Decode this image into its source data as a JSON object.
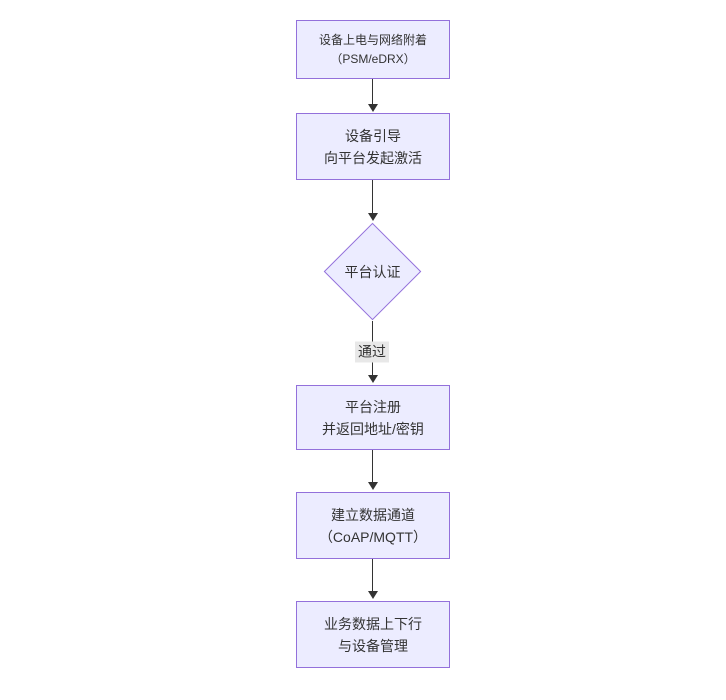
{
  "diagram": {
    "type": "flowchart",
    "direction": "top-down",
    "colors": {
      "node_fill": "#ECECFF",
      "node_border": "#9370DB",
      "arrow": "#333333",
      "edge_label_bg": "#e8e8e8",
      "text": "#333333",
      "background": "#ffffff"
    },
    "nodes": [
      {
        "id": "A",
        "shape": "rect",
        "lines": [
          "设备上电与网络附着",
          "（PSM/eDRX）"
        ]
      },
      {
        "id": "B",
        "shape": "rect",
        "lines": [
          "设备引导",
          "向平台发起激活"
        ]
      },
      {
        "id": "C",
        "shape": "diamond",
        "lines": [
          "平台认证"
        ]
      },
      {
        "id": "D",
        "shape": "rect",
        "lines": [
          "平台注册",
          "并返回地址/密钥"
        ]
      },
      {
        "id": "E",
        "shape": "rect",
        "lines": [
          "建立数据通道",
          "（CoAP/MQTT）"
        ]
      },
      {
        "id": "F",
        "shape": "rect",
        "lines": [
          "业务数据上下行",
          "与设备管理"
        ]
      }
    ],
    "edges": [
      {
        "from": "A",
        "to": "B",
        "label": ""
      },
      {
        "from": "B",
        "to": "C",
        "label": ""
      },
      {
        "from": "C",
        "to": "D",
        "label": "通过"
      },
      {
        "from": "D",
        "to": "E",
        "label": ""
      },
      {
        "from": "E",
        "to": "F",
        "label": ""
      }
    ]
  }
}
